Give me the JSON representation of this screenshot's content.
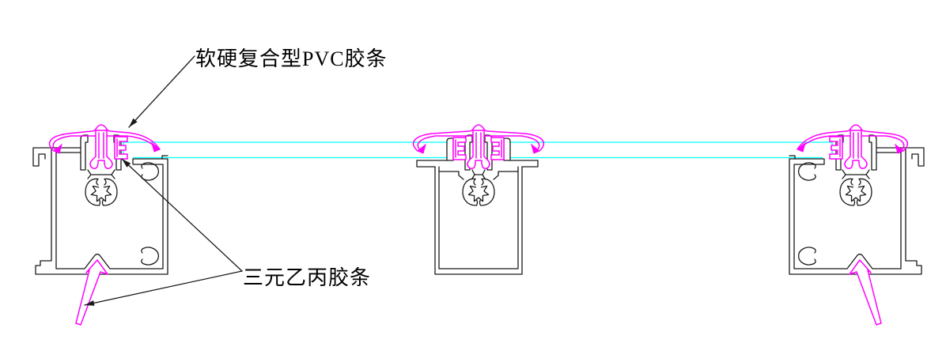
{
  "drawing": {
    "background": "#ffffff",
    "colors": {
      "outline": "#1a1a1a",
      "pvc_gasket": "#ff00ff",
      "glass": "#00ffff",
      "text": "#000000"
    },
    "labels": {
      "pvc_cap": {
        "text": "软硬复合型PVC胶条"
      },
      "epdm": {
        "text": "三元乙丙胶条"
      }
    },
    "components": {
      "left_profile": "end-mullion-profile",
      "middle_profile": "intermediate-mullion-profile",
      "right_profile": "end-mullion-profile-mirrored",
      "glass_panels": 2,
      "cap_strip": "soft-hard composite PVC cap with wings",
      "side_gasket": "EPDM glazing gasket",
      "bottom_wedge": "EPDM wedge gasket arrow"
    }
  }
}
